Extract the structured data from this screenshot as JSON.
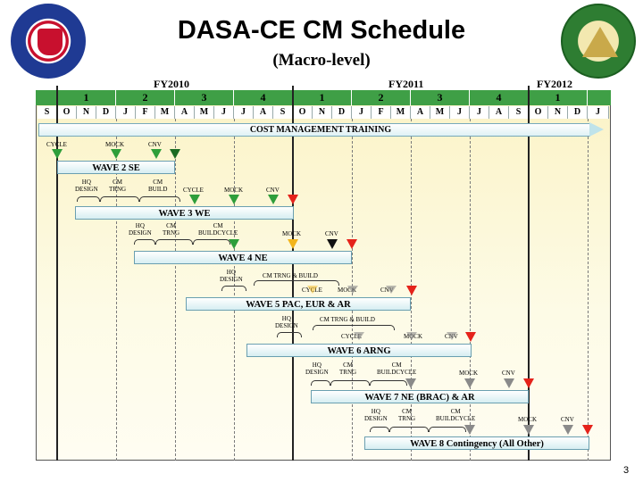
{
  "title": "DASA-CE CM Schedule",
  "subtitle": "(Macro-level)",
  "fiscal_years": [
    "FY2010",
    "FY2011",
    "FY2012"
  ],
  "quarters": [
    "1",
    "2",
    "3",
    "4",
    "1",
    "2",
    "3",
    "4",
    "1"
  ],
  "months": [
    "S",
    "O",
    "N",
    "D",
    "J",
    "F",
    "M",
    "A",
    "M",
    "J",
    "J",
    "A",
    "S",
    "O",
    "N",
    "D",
    "J",
    "F",
    "M",
    "A",
    "M",
    "J",
    "J",
    "A",
    "S",
    "O",
    "N",
    "D",
    "J"
  ],
  "training_bar": "COST MANAGEMENT TRAINING",
  "labels": {
    "cycle": "CYCLE",
    "mock": "MOCK",
    "cnv": "CNV",
    "hq": "HQ",
    "design": "DESIGN",
    "cm": "CM",
    "trng": "TRNG",
    "build": "BUILD",
    "cm_build_cycle": "BUILDCYCLE",
    "cm_trng_build": "CM TRNG & BUILD",
    "cm2_trng_build": "CM  TRNG & BUILD"
  },
  "waves": {
    "w2": "WAVE 2  SE",
    "w3": "WAVE 3  WE",
    "w4": "WAVE 4  NE",
    "w5": "WAVE 5  PAC, EUR & AR",
    "w6": "WAVE 6  ARNG",
    "w7": "WAVE 7  NE (BRAC) & AR",
    "w8": "WAVE 8  Contingency (All Other)"
  },
  "colors": {
    "green": "#2e9e3a",
    "red": "#e5231b",
    "yellow": "#f2b51c",
    "black": "#111111",
    "gray": "#8a8a8a",
    "quarter_bar": "#3f9f46"
  },
  "page_number": "3"
}
